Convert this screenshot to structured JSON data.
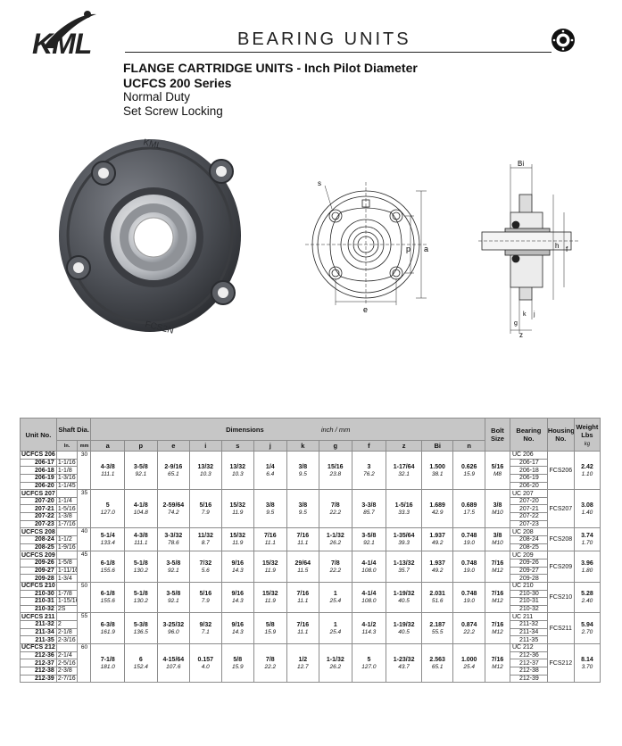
{
  "header": {
    "logo_text": "KML",
    "section_title": "BEARING UNITS",
    "badge_icon": "bearing-circle-icon",
    "title_line1": "FLANGE CARTRIDGE UNITS - Inch Pilot Diameter",
    "title_line2": "UCFCS 200 Series",
    "subtitle_line1": "Normal Duty",
    "subtitle_line2": "Set Screw Locking"
  },
  "diagram_labels": {
    "s": "s",
    "p": "p",
    "a": "a",
    "e": "e",
    "Bi": "Bi",
    "h": "h",
    "f": "f",
    "k": "k",
    "j": "j",
    "g": "g",
    "z": "z"
  },
  "table_head": {
    "unit_no": "Unit No.",
    "shaft_dia": "Shaft Dia.",
    "in": "In.",
    "mm": "mm",
    "dimensions": "Dimensions",
    "units": "inch / mm",
    "cols": [
      "a",
      "p",
      "e",
      "i",
      "s",
      "j",
      "k",
      "g",
      "f",
      "z",
      "Bi",
      "n"
    ],
    "bolt_size": "Bolt Size",
    "bearing_no": "Bearing No.",
    "housing_no": "Housing No.",
    "weight": "Weight Lbs",
    "weight_unit": "kg"
  },
  "groups": [
    {
      "unit": "UCFCS 206",
      "mm": "30",
      "subs": [
        {
          "no": "206-17",
          "in": "1-1/16",
          "brg": "206-17"
        },
        {
          "no": "206-18",
          "in": "1-1/8",
          "brg": "206-18"
        },
        {
          "no": "206-19",
          "in": "1-3/16",
          "brg": "206-19"
        },
        {
          "no": "206-20",
          "in": "1-1/45",
          "brg": "206-20"
        }
      ],
      "bearing": "UC 206",
      "dims": [
        [
          "4-3/8",
          "111.1"
        ],
        [
          "3-5/8",
          "92.1"
        ],
        [
          "2-9/16",
          "65.1"
        ],
        [
          "13/32",
          "10.3"
        ],
        [
          "13/32",
          "10.3"
        ],
        [
          "1/4",
          "6.4"
        ],
        [
          "3/8",
          "9.5"
        ],
        [
          "15/16",
          "23.8"
        ],
        [
          "3",
          "76.2"
        ],
        [
          "1-17/64",
          "32.1"
        ],
        [
          "1.500",
          "38.1"
        ],
        [
          "0.626",
          "15.9"
        ]
      ],
      "bolt": [
        "5/16",
        "M8"
      ],
      "housing": "FCS206",
      "weight": [
        "2.42",
        "1.10"
      ]
    },
    {
      "unit": "UCFCS 207",
      "mm": "35",
      "subs": [
        {
          "no": "207-20",
          "in": "1-1/4",
          "brg": "207-20"
        },
        {
          "no": "207-21",
          "in": "1-5/16",
          "brg": "207-21"
        },
        {
          "no": "207-22",
          "in": "1-3/8",
          "brg": "207-22"
        },
        {
          "no": "207-23",
          "in": "1-7/16",
          "brg": "207-23"
        }
      ],
      "bearing": "UC 207",
      "dims": [
        [
          "5",
          "127.0"
        ],
        [
          "4-1/8",
          "104.8"
        ],
        [
          "2-59/64",
          "74.2"
        ],
        [
          "5/16",
          "7.9"
        ],
        [
          "15/32",
          "11.9"
        ],
        [
          "3/8",
          "9.5"
        ],
        [
          "3/8",
          "9.5"
        ],
        [
          "7/8",
          "22.2"
        ],
        [
          "3-3/8",
          "85.7"
        ],
        [
          "1-5/16",
          "33.3"
        ],
        [
          "1.689",
          "42.9"
        ],
        [
          "0.689",
          "17.5"
        ]
      ],
      "bolt": [
        "3/8",
        "M10"
      ],
      "housing": "FCS207",
      "weight": [
        "3.08",
        "1.40"
      ]
    },
    {
      "unit": "UCFCS 208",
      "mm": "40",
      "subs": [
        {
          "no": "208-24",
          "in": "1-1/2",
          "brg": "208-24"
        },
        {
          "no": "208-25",
          "in": "1-9/16",
          "brg": "208-25"
        }
      ],
      "bearing": "UC 208",
      "dims": [
        [
          "5-1/4",
          "133.4"
        ],
        [
          "4-3/8",
          "111.1"
        ],
        [
          "3-3/32",
          "78.6"
        ],
        [
          "11/32",
          "8.7"
        ],
        [
          "15/32",
          "11.9"
        ],
        [
          "7/16",
          "11.1"
        ],
        [
          "7/16",
          "11.1"
        ],
        [
          "1-1/32",
          "26.2"
        ],
        [
          "3-5/8",
          "92.1"
        ],
        [
          "1-35/64",
          "39.3"
        ],
        [
          "1.937",
          "49.2"
        ],
        [
          "0.748",
          "19.0"
        ]
      ],
      "bolt": [
        "3/8",
        "M10"
      ],
      "housing": "FCS208",
      "weight": [
        "3.74",
        "1.70"
      ]
    },
    {
      "unit": "UCFCS 209",
      "mm": "45",
      "subs": [
        {
          "no": "209-26",
          "in": "1-5/8",
          "brg": "209-26"
        },
        {
          "no": "209-27",
          "in": "1-11/16",
          "brg": "209-27"
        },
        {
          "no": "209-28",
          "in": "1-3/4",
          "brg": "209-28"
        }
      ],
      "bearing": "UC 209",
      "dims": [
        [
          "6-1/8",
          "155.6"
        ],
        [
          "5-1/8",
          "130.2"
        ],
        [
          "3-5/8",
          "92.1"
        ],
        [
          "7/32",
          "5.6"
        ],
        [
          "9/16",
          "14.3"
        ],
        [
          "15/32",
          "11.9"
        ],
        [
          "29/64",
          "11.5"
        ],
        [
          "7/8",
          "22.2"
        ],
        [
          "4-1/4",
          "108.0"
        ],
        [
          "1-13/32",
          "35.7"
        ],
        [
          "1.937",
          "49.2"
        ],
        [
          "0.748",
          "19.0"
        ]
      ],
      "bolt": [
        "7/16",
        "M12"
      ],
      "housing": "FCS209",
      "weight": [
        "3.96",
        "1.80"
      ]
    },
    {
      "unit": "UCFCS 210",
      "mm": "50",
      "subs": [
        {
          "no": "210-30",
          "in": "1-7/8",
          "brg": "210-30"
        },
        {
          "no": "210-31",
          "in": "1-15/16",
          "brg": "210-31"
        },
        {
          "no": "210-32",
          "in": "2S",
          "brg": "210-32"
        }
      ],
      "bearing": "UC 210",
      "dims": [
        [
          "6-1/8",
          "155.6"
        ],
        [
          "5-1/8",
          "130.2"
        ],
        [
          "3-5/8",
          "92.1"
        ],
        [
          "5/16",
          "7.9"
        ],
        [
          "9/16",
          "14.3"
        ],
        [
          "15/32",
          "11.9"
        ],
        [
          "7/16",
          "11.1"
        ],
        [
          "1",
          "25.4"
        ],
        [
          "4-1/4",
          "108.0"
        ],
        [
          "1-19/32",
          "40.5"
        ],
        [
          "2.031",
          "51.6"
        ],
        [
          "0.748",
          "19.0"
        ]
      ],
      "bolt": [
        "7/16",
        "M12"
      ],
      "housing": "FCS210",
      "weight": [
        "5.28",
        "2.40"
      ]
    },
    {
      "unit": "UCFCS 211",
      "mm": "55",
      "subs": [
        {
          "no": "211-32",
          "in": "2",
          "brg": "211-32"
        },
        {
          "no": "211-34",
          "in": "2-1/8",
          "brg": "211-34"
        },
        {
          "no": "211-35",
          "in": "2-3/16",
          "brg": "211-35"
        }
      ],
      "bearing": "UC 211",
      "dims": [
        [
          "6-3/8",
          "161.9"
        ],
        [
          "5-3/8",
          "136.5"
        ],
        [
          "3-25/32",
          "96.0"
        ],
        [
          "9/32",
          "7.1"
        ],
        [
          "9/16",
          "14.3"
        ],
        [
          "5/8",
          "15.9"
        ],
        [
          "7/16",
          "11.1"
        ],
        [
          "1",
          "25.4"
        ],
        [
          "4-1/2",
          "114.3"
        ],
        [
          "1-19/32",
          "40.5"
        ],
        [
          "2.187",
          "55.5"
        ],
        [
          "0.874",
          "22.2"
        ]
      ],
      "bolt": [
        "7/16",
        "M12"
      ],
      "housing": "FCS211",
      "weight": [
        "5.94",
        "2.70"
      ]
    },
    {
      "unit": "UCFCS 212",
      "mm": "60",
      "subs": [
        {
          "no": "212-36",
          "in": "2-1/4",
          "brg": "212-36"
        },
        {
          "no": "212-37",
          "in": "2-5/16",
          "brg": "212-37"
        },
        {
          "no": "212-38",
          "in": "2-3/8",
          "brg": "212-38"
        },
        {
          "no": "212-39",
          "in": "2-7/16",
          "brg": "212-39"
        }
      ],
      "bearing": "UC 212",
      "dims": [
        [
          "7-1/8",
          "181.0"
        ],
        [
          "6",
          "152.4"
        ],
        [
          "4-15/64",
          "107.6"
        ],
        [
          "0.157",
          "4.0"
        ],
        [
          "5/8",
          "15.9"
        ],
        [
          "7/8",
          "22.2"
        ],
        [
          "1/2",
          "12.7"
        ],
        [
          "1-1/32",
          "26.2"
        ],
        [
          "5",
          "127.0"
        ],
        [
          "1-23/32",
          "43.7"
        ],
        [
          "2.563",
          "65.1"
        ],
        [
          "1.000",
          "25.4"
        ]
      ],
      "bolt": [
        "7/16",
        "M12"
      ],
      "housing": "FCS212",
      "weight": [
        "8.14",
        "3.70"
      ]
    }
  ]
}
